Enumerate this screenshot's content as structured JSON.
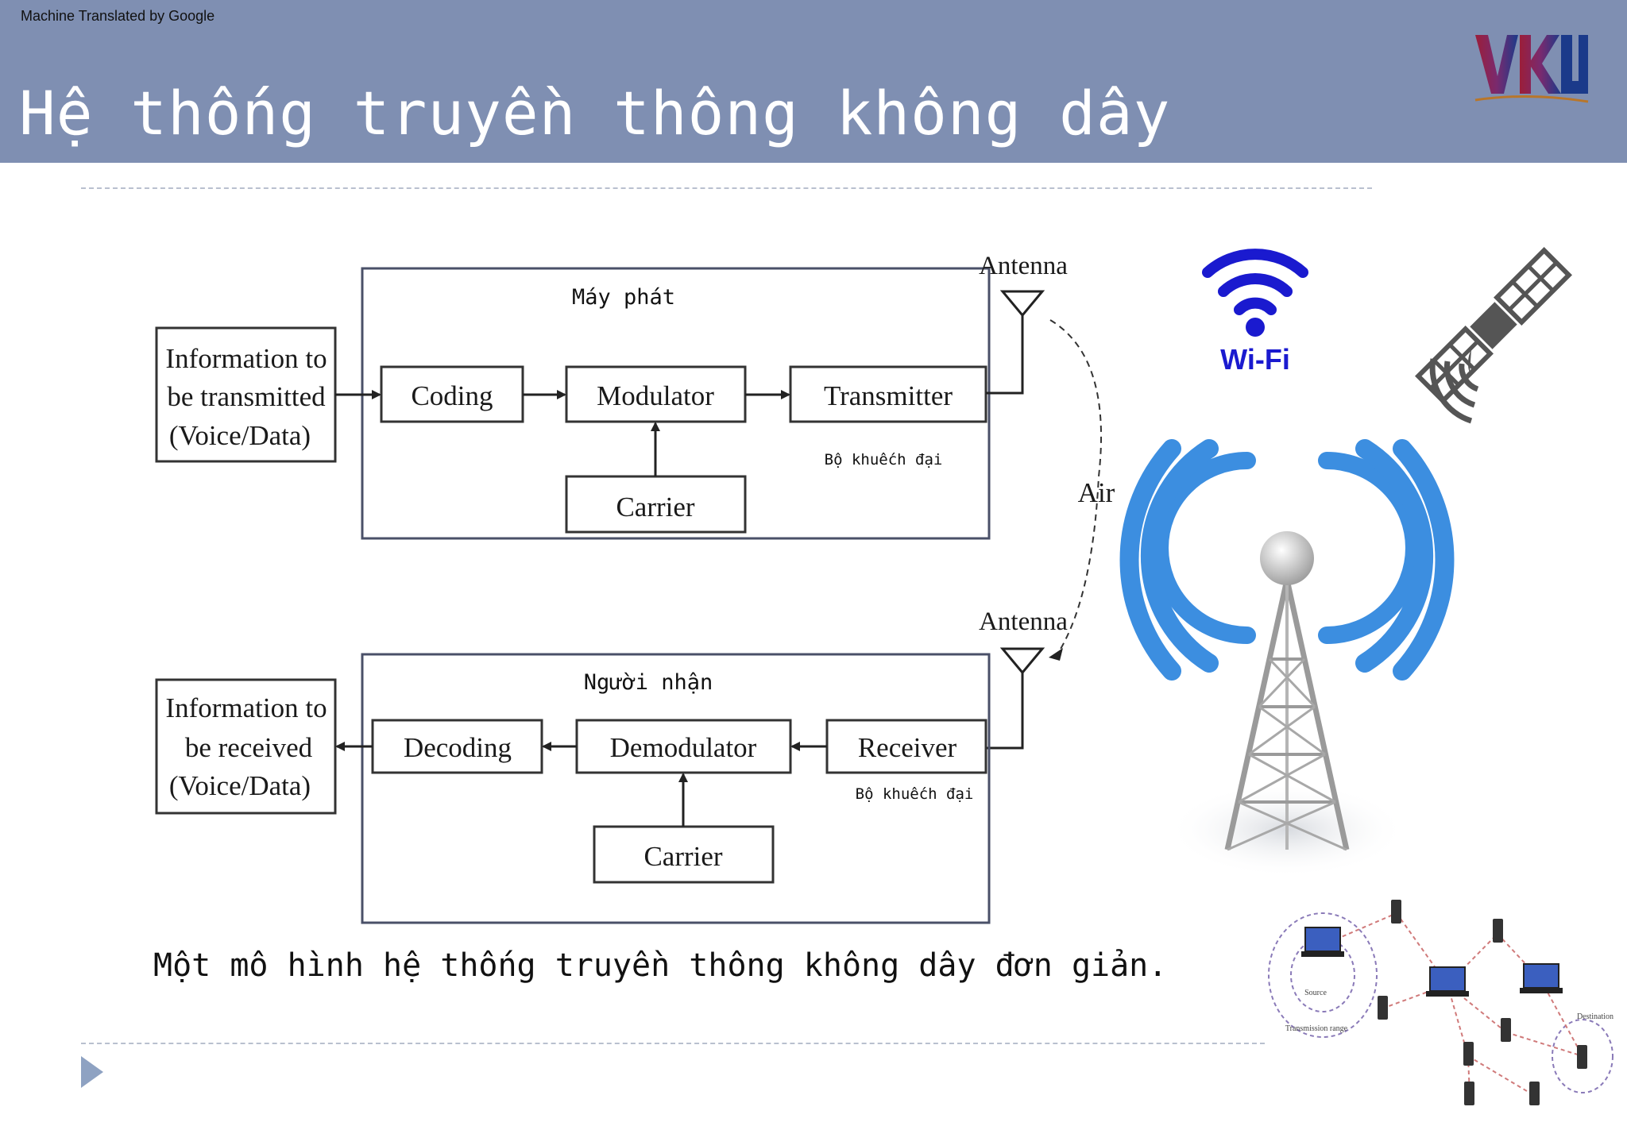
{
  "header": {
    "translation_note": "Machine Translated by Google",
    "title": "Hệ thống truyền thông không dây",
    "logo_text": "VKU"
  },
  "diagram": {
    "transmitter_section": {
      "title": "Máy phát",
      "source": [
        "Information to",
        "be transmitted",
        "(Voice/Data)"
      ],
      "coding": "Coding",
      "modulator": "Modulator",
      "transmitter": "Transmitter",
      "carrier": "Carrier",
      "amplifier_note": "Bộ khuếch đại"
    },
    "antenna_top": "Antenna",
    "air_label": "Air",
    "antenna_bottom": "Antenna",
    "receiver_section": {
      "title": "Người nhận",
      "sink": [
        "Information to",
        "be received",
        "(Voice/Data)"
      ],
      "decoding": "Decoding",
      "demodulator": "Demodulator",
      "receiver": "Receiver",
      "carrier": "Carrier",
      "amplifier_note": "Bộ khuếch đại"
    },
    "caption": "Một mô hình hệ thống truyền thông không dây đơn giản."
  },
  "illustrations": {
    "wifi_label": "Wi-Fi",
    "network_labels": [
      "Source",
      "Transmission range",
      "Destination"
    ]
  },
  "colors": {
    "header_bg": "#7f8fb2",
    "wifi_blue": "#1a1acf",
    "tower_wave_blue": "#3c8ee0",
    "arrow_accent": "#8ea2c2"
  }
}
